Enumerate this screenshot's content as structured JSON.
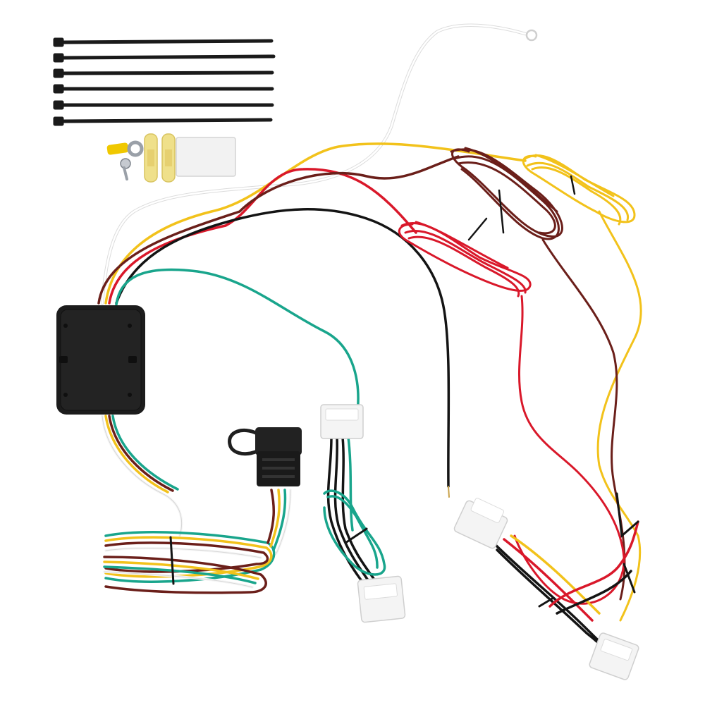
{
  "image": {
    "subject": "trailer-wiring-harness-kit",
    "background_color": "#ffffff"
  },
  "components": {
    "cable_ties": {
      "count": 6,
      "color": "#1a1a1a"
    },
    "ring_terminal": {
      "color": "#f0c800"
    },
    "screw": {
      "color": "#b8bcc4"
    },
    "butt_connectors": {
      "count": 2,
      "color": "#efe08a"
    },
    "adhesive_pad": {
      "color": "#f2f2f2"
    },
    "converter_box": {
      "color": "#1c1c1c"
    },
    "four_pin_flat_connector": {
      "color": "#1f1f1f"
    },
    "vehicle_plugs": {
      "count": 4,
      "color": "#f4f4f4"
    }
  },
  "wire_colors": {
    "white": "#f5f5f5",
    "yellow": "#f2c21b",
    "red": "#d9182a",
    "brown": "#6b1f1a",
    "green": "#19a58c",
    "black": "#141414"
  }
}
